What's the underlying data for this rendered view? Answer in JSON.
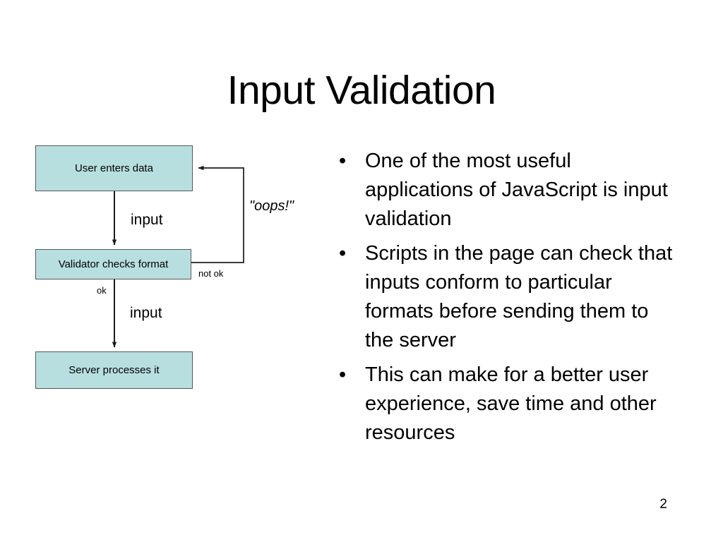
{
  "slide": {
    "title": "Input Validation",
    "page_number": "2",
    "background_color": "#ffffff"
  },
  "flowchart": {
    "box_fill_color": "#b8dfe0",
    "box_border_color": "#575757",
    "nodes": [
      {
        "id": "user",
        "label": "User enters data"
      },
      {
        "id": "validator",
        "label": "Validator checks format"
      },
      {
        "id": "server",
        "label": "Server processes it"
      }
    ],
    "edges": [
      {
        "id": "user-to-validator",
        "label": "input",
        "from": "user",
        "to": "validator"
      },
      {
        "id": "validator-ok",
        "label": "ok",
        "from": "validator",
        "to": "server"
      },
      {
        "id": "validator-to-server",
        "label": "input",
        "from": "validator",
        "to": "server"
      },
      {
        "id": "validator-not-ok",
        "label": "not ok",
        "from": "validator",
        "to": "user"
      },
      {
        "id": "feedback-oops",
        "label": "\"oops!\"",
        "from": "validator",
        "to": "user"
      }
    ]
  },
  "bullets": [
    {
      "marker": "•",
      "text": "One of the most useful applications of JavaScript is input validation"
    },
    {
      "marker": "•",
      "text": "Scripts in the page can check that inputs conform to particular formats before sending them to the server"
    },
    {
      "marker": "•",
      "text": "This can make for a better user experience, save time and other resources"
    }
  ]
}
